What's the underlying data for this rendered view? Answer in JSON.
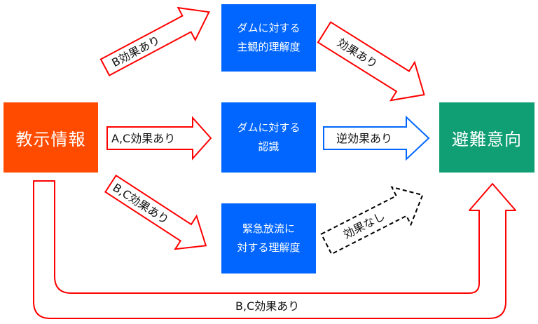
{
  "nodes": {
    "source": "教示情報",
    "top": "ダムに対する\n主観的理解度",
    "middle": "ダムに対する\n認識",
    "bottom": "緊急放流に\n対する理解度",
    "target": "避難意向"
  },
  "edges": {
    "source_to_top": "B効果あり",
    "source_to_middle": "A,C効果あり",
    "source_to_bottom": "B,C効果あり",
    "top_to_target": "効果あり",
    "middle_to_target": "逆効果あり",
    "bottom_to_target": "効果なし",
    "source_to_target_direct": "B,C効果あり"
  },
  "colors": {
    "source": "#ff4b00",
    "mediators": "#0066ff",
    "target": "#109f74",
    "red_arrow": "#ff0000",
    "blue_arrow": "#0066ff",
    "dashed_arrow": "#000000"
  }
}
